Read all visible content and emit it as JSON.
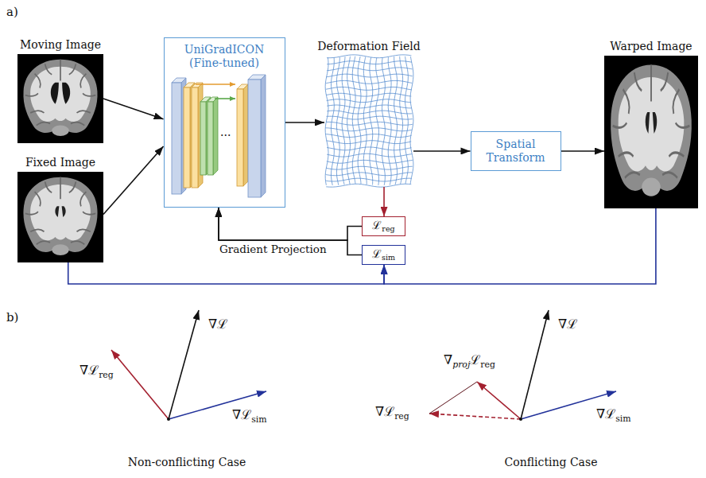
{
  "diagram": {
    "nodes": [
      {
        "text": [
          "Moving Image"
        ]
      },
      {
        "text": [
          "Fixed Image"
        ]
      },
      {
        "text": [
          "UniGradICON (Fine-tuned)"
        ]
      },
      {
        "text": [
          "Deformation Field"
        ]
      },
      {
        "text": [
          "Spatial Transform"
        ]
      },
      {
        "text": [
          "Warped Image"
        ]
      },
      {
        "text": [
          "ℒreg"
        ]
      },
      {
        "text": [
          "ℒsim"
        ]
      }
    ],
    "edges": [
      {
        "from": 0,
        "to": 2,
        "arrow": "to"
      },
      {
        "from": 1,
        "to": 2,
        "arrow": "to"
      },
      {
        "from": 2,
        "to": 3,
        "arrow": "to"
      },
      {
        "from": 3,
        "to": 4,
        "arrow": "to"
      },
      {
        "from": 4,
        "to": 5,
        "arrow": "to"
      },
      {
        "from": 3,
        "to": 6,
        "arrow": "to"
      },
      {
        "from": 1,
        "to": 7,
        "arrow": "to"
      },
      {
        "from": 5,
        "to": 7,
        "arrow": "to"
      },
      {
        "from": 6,
        "to": 2,
        "arrow": "to",
        "label": "Gradient Projection"
      },
      {
        "from": 7,
        "to": 2,
        "arrow": "to"
      }
    ],
    "labels": [
      "a)",
      "...",
      "b)",
      "∇ℒreg",
      "∇ℒ",
      "∇ℒsim",
      "Non-conflicting Case",
      "∇projℒreg",
      "∇ℒ",
      "∇ℒreg",
      "∇ℒsim",
      "Conflicting Case"
    ]
  }
}
